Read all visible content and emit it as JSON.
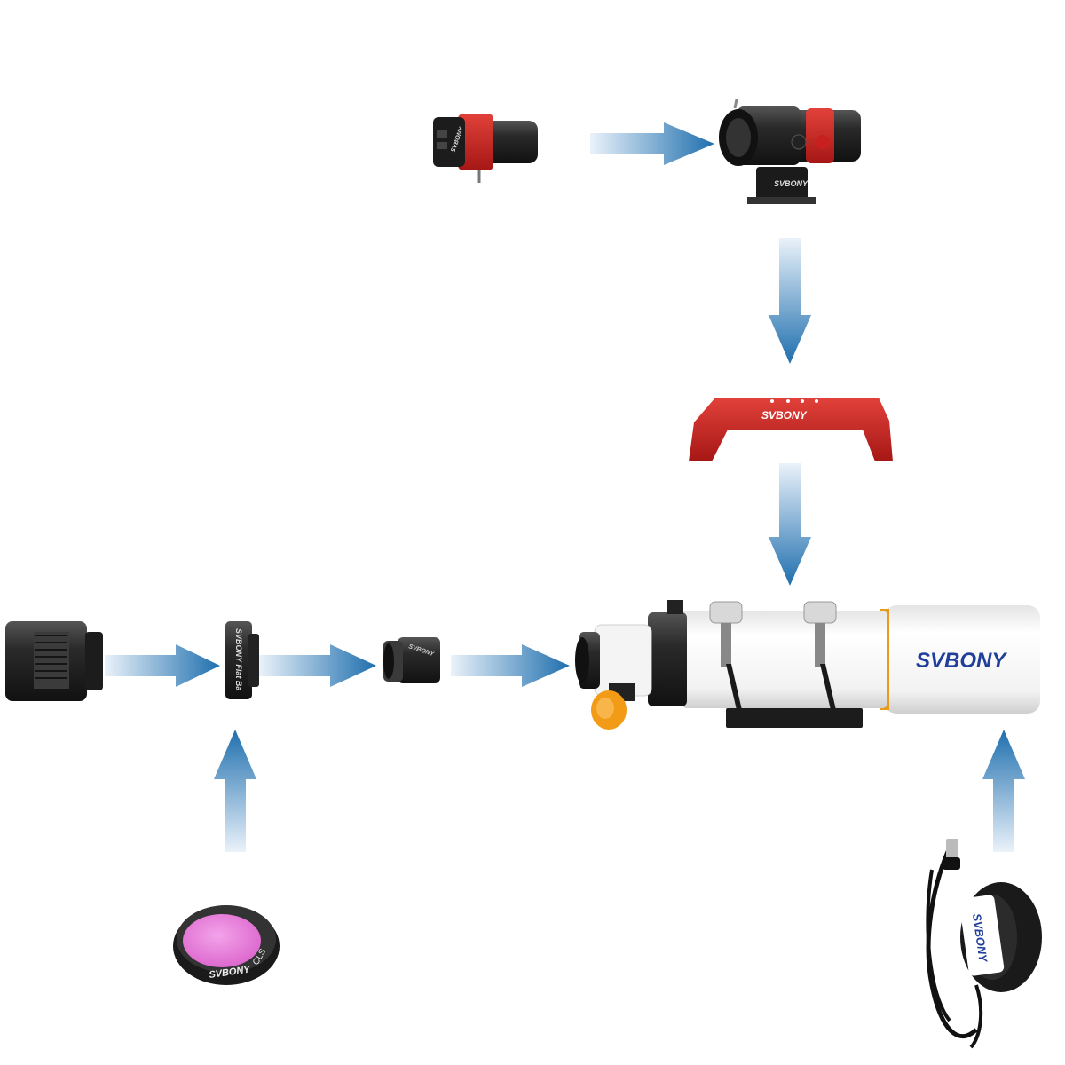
{
  "brand": {
    "name": "SVBONY",
    "logo_blue": "#1f3f9a",
    "logo_gold": "#e89b1b"
  },
  "labels": {
    "guide_camera": "SVBONY",
    "guide_scope": "SVBONY",
    "handle": "SVBONY",
    "telescope": "SVBONY",
    "flattener": "SVBONY Flat Ba",
    "reducer": "SVBONY",
    "filter_brand": "SVBONY",
    "filter_type": "CLS",
    "dew_heater": "SVBONY"
  },
  "colors": {
    "arrow_dark": "#1f6fae",
    "arrow_light": "#cfe2f3",
    "accessory_red": "#c8201e",
    "tube_white": "#f3f3f3",
    "metal_dark": "#2a2a2a",
    "focus_knob": "#f29b16",
    "filter_glass": "#e67ad9"
  },
  "components": [
    {
      "name": "guide-camera",
      "icon": "guide-camera-icon"
    },
    {
      "name": "guide-scope",
      "icon": "guide-scope-icon"
    },
    {
      "name": "telescope-handle",
      "icon": "handle-icon"
    },
    {
      "name": "refractor-telescope",
      "icon": "telescope-icon"
    },
    {
      "name": "cooled-camera",
      "icon": "camera-icon"
    },
    {
      "name": "field-flattener",
      "icon": "flattener-icon"
    },
    {
      "name": "reducer-adapter",
      "icon": "adapter-icon"
    },
    {
      "name": "cls-filter",
      "icon": "filter-icon"
    },
    {
      "name": "dew-heater",
      "icon": "dew-heater-icon"
    }
  ]
}
